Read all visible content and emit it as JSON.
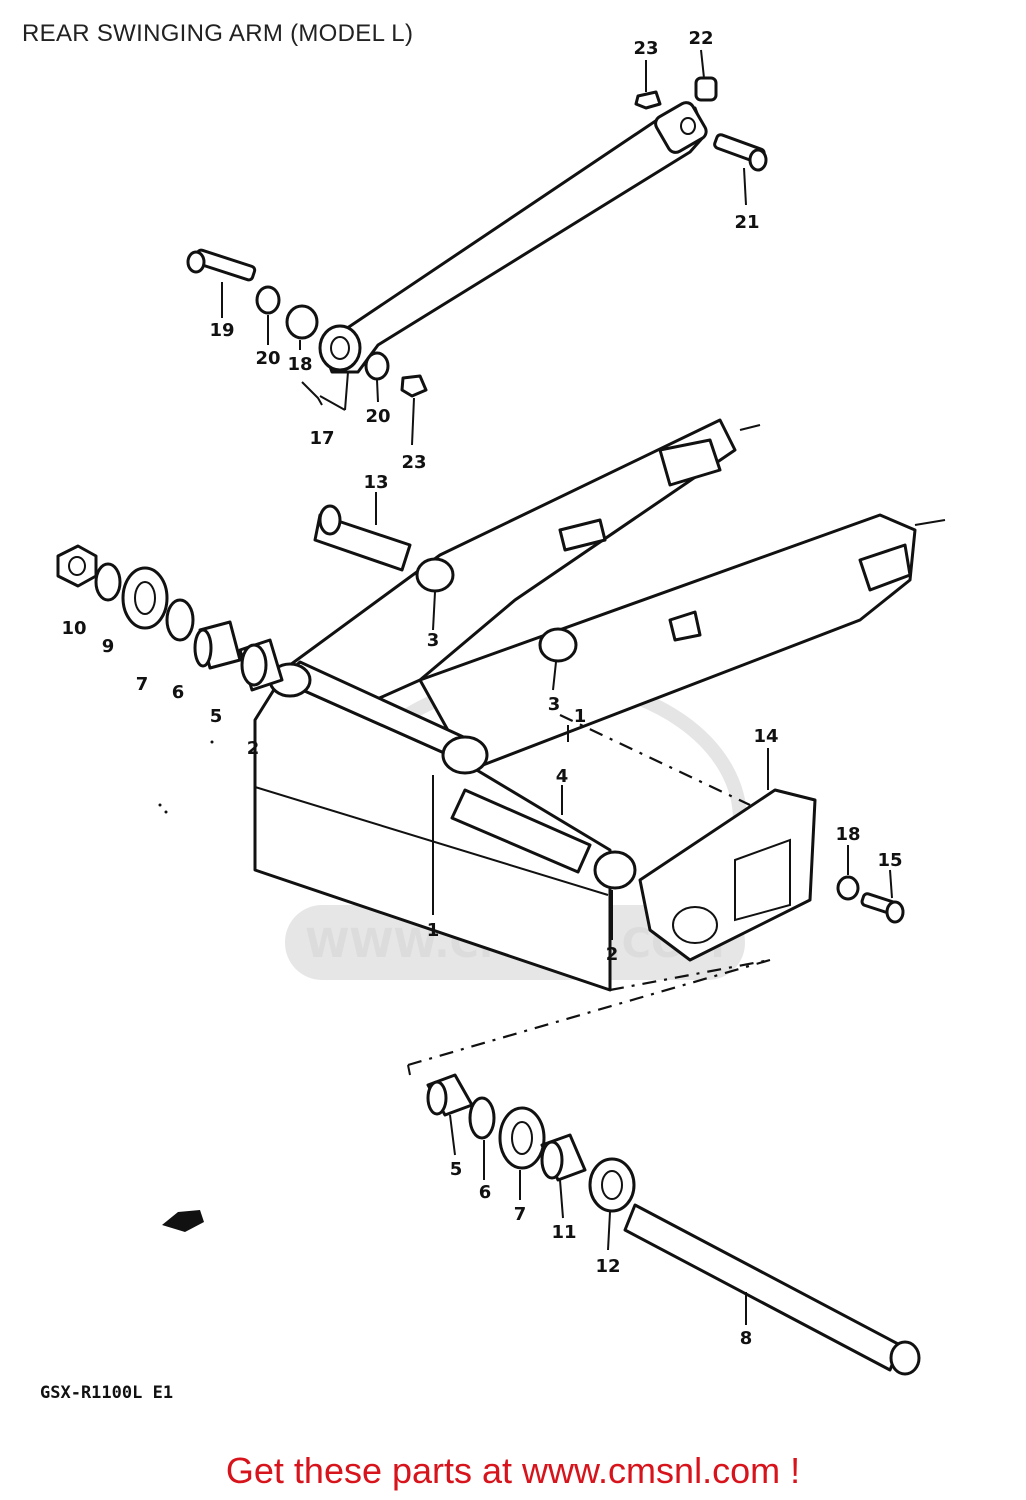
{
  "title": "REAR SWINGING ARM (MODEL L)",
  "model_code": "GSX-R1100L E1",
  "watermark": "WWW.CMSNL.COM",
  "footer": "Get these parts at www.cmsnl.com !",
  "colors": {
    "footer_text": "#d7131b",
    "line": "#111111",
    "watermark": "#d9d9d9"
  },
  "callouts": {
    "c1": "1",
    "c1b": "1",
    "c2a": "2",
    "c2b": "2",
    "c3a": "3",
    "c3b": "3",
    "c4": "4",
    "c5a": "5",
    "c5b": "5",
    "c6a": "6",
    "c6b": "6",
    "c7a": "7",
    "c7b": "7",
    "c8": "8",
    "c9": "9",
    "c10": "10",
    "c11": "11",
    "c12": "12",
    "c13": "13",
    "c14": "14",
    "c15": "15",
    "c17": "17",
    "c18a": "18",
    "c18b": "18",
    "c19": "19",
    "c20a": "20",
    "c20b": "20",
    "c21": "21",
    "c22": "22",
    "c23a": "23",
    "c23b": "23"
  }
}
